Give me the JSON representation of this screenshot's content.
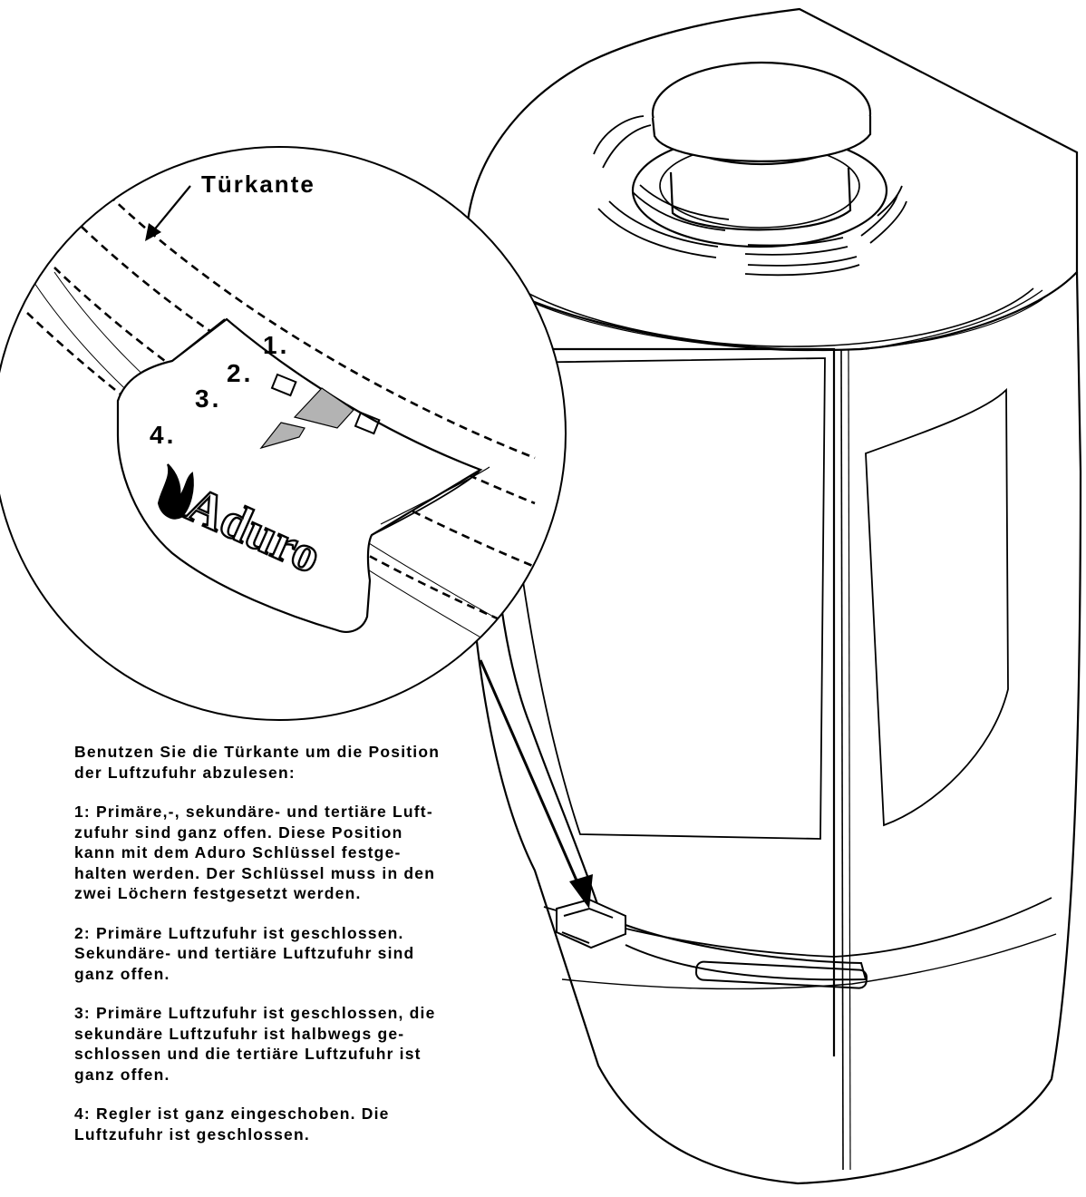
{
  "callout": {
    "door_edge_label": "Türkante",
    "positions": [
      "1.",
      "2.",
      "3.",
      "4."
    ]
  },
  "brand": {
    "logo_text": "Aduro"
  },
  "instructions": {
    "intro": "Benutzen Sie die Türkante um die Position\nder Luftzufuhr abzulesen:",
    "step1": "1: Primäre,-, sekundäre- und tertiäre Luft-\nzufuhr sind ganz offen. Diese Position\nkann mit dem Aduro Schlüssel festge-\nhalten werden. Der Schlüssel muss in den\nzwei Löchern festgesetzt werden.",
    "step2": "2: Primäre Luftzufuhr ist geschlossen.\nSekundäre- und tertiäre Luftzufuhr sind\nganz offen.",
    "step3": "3: Primäre Luftzufuhr ist geschlossen, die\nsekundäre Luftzufuhr ist halbwegs ge-\nschlossen und die tertiäre Luftzufuhr ist\nganz offen.",
    "step4": "4: Regler ist ganz eingeschoben.  Die\nLuftzufuhr ist geschlossen."
  },
  "colors": {
    "line": "#000000",
    "marker_fill": "#b3b3b3",
    "background": "#ffffff"
  }
}
